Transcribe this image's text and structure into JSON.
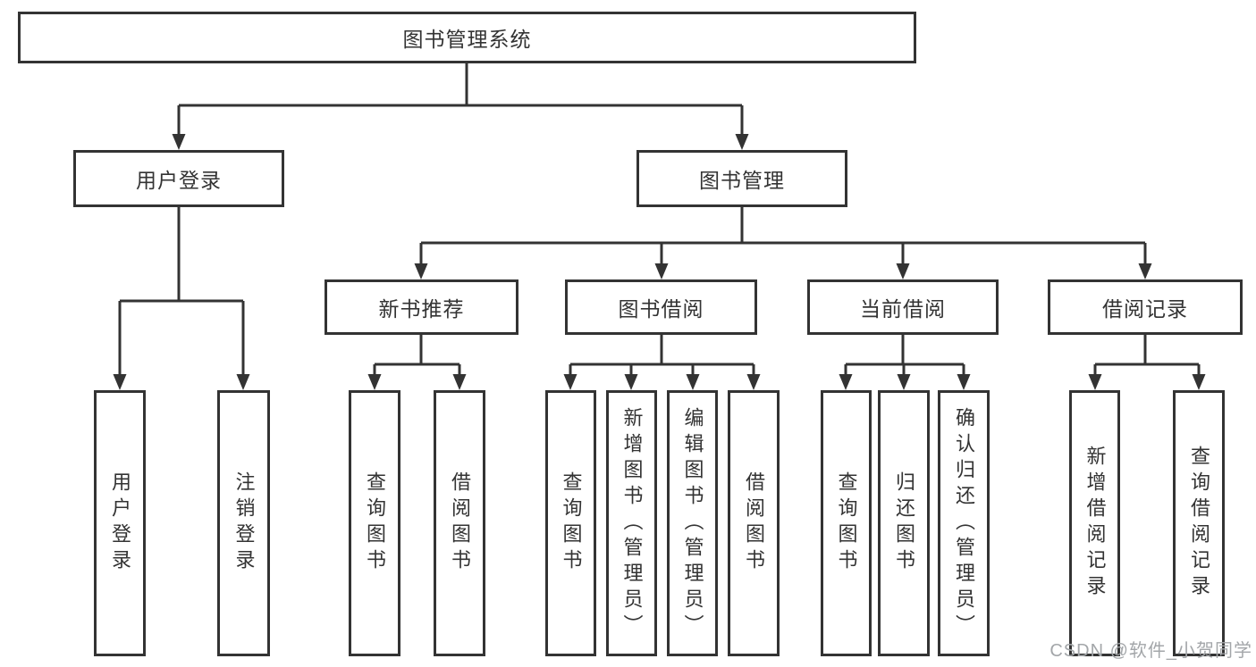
{
  "diagram": {
    "type": "hierarchy-tree",
    "colors": {
      "line": "#333333",
      "box_border": "#333333",
      "box_fill": "#ffffff",
      "text": "#333333",
      "watermark": "#a3a6a9"
    },
    "root": {
      "label": "图书管理系统"
    },
    "level2": {
      "user_login": {
        "label": "用户登录"
      },
      "book_management": {
        "label": "图书管理"
      }
    },
    "level3": {
      "new_book_recommend": {
        "label": "新书推荐"
      },
      "book_borrow": {
        "label": "图书借阅"
      },
      "current_borrow": {
        "label": "当前借阅"
      },
      "borrow_records": {
        "label": "借阅记录"
      }
    },
    "leaves": {
      "user_login_login": {
        "label": "用户登录"
      },
      "user_login_logout": {
        "label": "注销登录"
      },
      "rec_query_books": {
        "label": "查询图书"
      },
      "rec_borrow_books": {
        "label": "借阅图书"
      },
      "borrow_query_books": {
        "label": "查询图书"
      },
      "borrow_add_books": {
        "label": "新增图书（管理员）"
      },
      "borrow_edit_books": {
        "label": "编辑图书（管理员）"
      },
      "borrow_borrow_books": {
        "label": "借阅图书"
      },
      "current_query_books": {
        "label": "查询图书"
      },
      "current_return_books": {
        "label": "归还图书"
      },
      "current_confirm_return": {
        "label": "确认归还（管理员）"
      },
      "records_add_record": {
        "label": "新增借阅记录"
      },
      "records_query_record": {
        "label": "查询借阅记录"
      }
    },
    "watermark": "CSDN @软件_小贺同学"
  }
}
